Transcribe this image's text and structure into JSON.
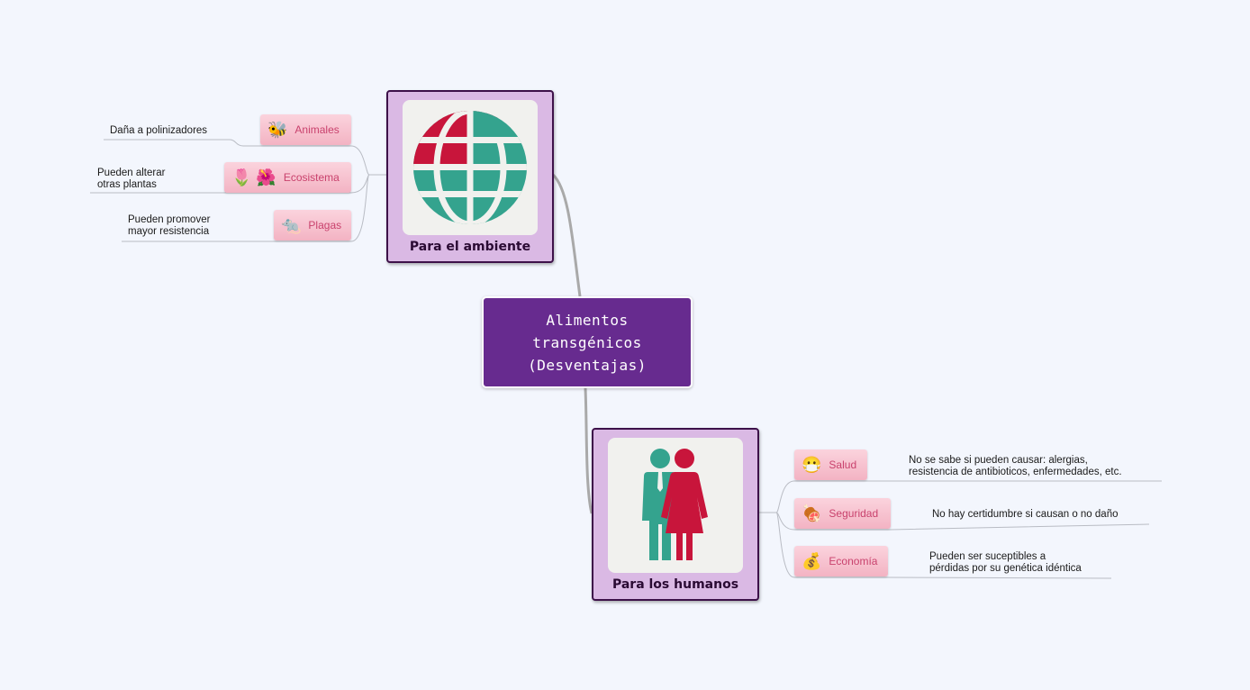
{
  "central": {
    "title": "Alimentos\ntransgénicos\n(Desventajas)"
  },
  "branches": [
    {
      "label": "Para el ambiente",
      "icon": "globe-icon",
      "image_colors": {
        "red": "#c8153b",
        "teal": "#34a38e"
      },
      "children": [
        {
          "label": "Animales",
          "icon": "bee-icon",
          "glyph": "🐝",
          "note": "Daña a polinizadores"
        },
        {
          "label": "Ecosistema",
          "icon": "flowers-icon",
          "glyph": "🌷 🌺",
          "note": "Pueden alterar\notras plantas"
        },
        {
          "label": "Plagas",
          "icon": "rat-icon",
          "glyph": "🐀",
          "note": "Pueden promover\nmayor resistencia"
        }
      ]
    },
    {
      "label": "Para los humanos",
      "icon": "people-icon",
      "image_colors": {
        "man": "#34a38e",
        "woman": "#c8153b"
      },
      "children": [
        {
          "label": "Salud",
          "icon": "mask-face-icon",
          "glyph": "😷",
          "note": "No se sabe si pueden causar: alergias,\nresistencia de antibioticos, enfermedades, etc."
        },
        {
          "label": "Seguridad",
          "icon": "meat-icon",
          "glyph": "🍖",
          "note": "No hay certidumbre si causan o no daño"
        },
        {
          "label": "Economía",
          "icon": "money-bag-icon",
          "glyph": "💰",
          "note": "Pueden ser suceptibles a\npérdidas por su genética idéntica"
        }
      ]
    }
  ],
  "colors": {
    "background": "#f3f6fd",
    "central_fill": "#672b8f",
    "main_topic_fill": "#dab9e4",
    "main_topic_border": "#3d1149",
    "subtopic_fill": "#f6bfcd",
    "subtopic_text": "#c9426d"
  }
}
